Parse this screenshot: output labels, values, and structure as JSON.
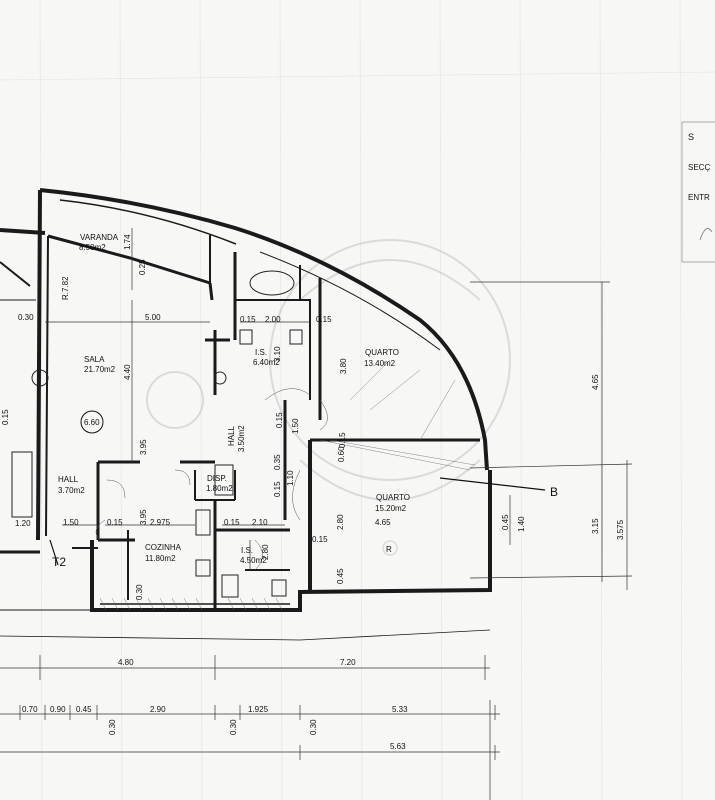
{
  "stamp": {
    "line1": "S",
    "line2": "SECÇ",
    "line3": "ENTR"
  },
  "rooms": {
    "varanda": {
      "name": "VARANDA",
      "area": "8.50m2"
    },
    "sala": {
      "name": "SALA",
      "area": "21.70m2"
    },
    "is1": {
      "name": "I.S.",
      "area": "6.40m2"
    },
    "quarto1": {
      "name": "QUARTO",
      "area": "13.40m2"
    },
    "hall1": {
      "name": "HALL",
      "area": "3.50m2"
    },
    "hall2": {
      "name": "HALL",
      "area": "3.70m2"
    },
    "disp": {
      "name": "DISP.",
      "area": "1.80m2"
    },
    "quarto2": {
      "name": "QUARTO",
      "area": "15.20m2"
    },
    "cozinha": {
      "name": "COZINHA",
      "area": "11.80m2"
    },
    "is2": {
      "name": "I.S.",
      "area": "4.50m2"
    }
  },
  "marks": {
    "section_t2": "T2",
    "section_b": "B",
    "level": "6.60",
    "radius": "R.7.82",
    "registered": "R"
  },
  "dims": {
    "d030a": "0.30",
    "d500": "5.00",
    "d174": "1.74",
    "d025": "0.25",
    "d015a": "0.15",
    "d200": "2.00",
    "d015b": "0.15",
    "d310": "3.10",
    "d380": "3.80",
    "d440": "4.40",
    "d395a": "3.95",
    "d015c": "0.15",
    "d150a": "1.50",
    "d015d": "0.15",
    "d060": "0.60",
    "d035": "0.35",
    "d015e": "0.15",
    "d110": "1.10",
    "d395b": "3.95",
    "d2975": "2.975",
    "d015f": "0.15",
    "d210": "2.10",
    "d280a": "2.80",
    "d015g": "0.15",
    "d280b": "2.80",
    "d150b": "1.50",
    "d015h": "0.15",
    "d120": "1.20",
    "d045": "0.45",
    "d140": "1.40",
    "d015i": "0.15",
    "d030b": "0.30",
    "d465": "4.65",
    "d465v": "4.65",
    "d315": "3.15",
    "d3575": "3.575",
    "d045b": "0.45",
    "d480": "4.80",
    "d720": "7.20",
    "d070": "0.70",
    "d090": "0.90",
    "d045c": "0.45",
    "d290": "2.90",
    "d1925": "1.925",
    "d533": "5.33",
    "d030c": "0.30",
    "d030d": "0.30",
    "d030e": "0.30",
    "d563": "5.63"
  }
}
